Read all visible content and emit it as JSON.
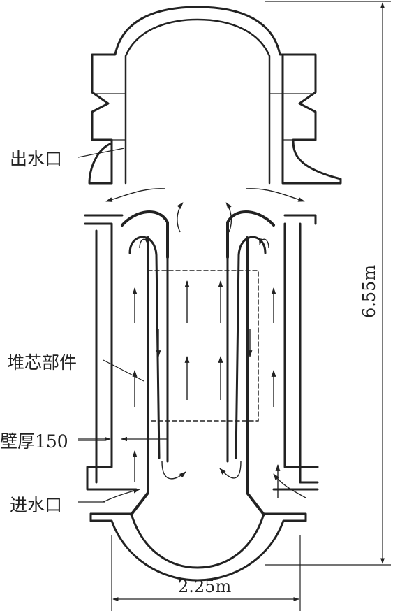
{
  "labels": {
    "outlet": "出水口",
    "core": "堆芯部件",
    "wall": "壁厚150",
    "inlet": "进水口"
  },
  "dimensions": {
    "height": "6.55m",
    "width": "2.25m"
  }
}
